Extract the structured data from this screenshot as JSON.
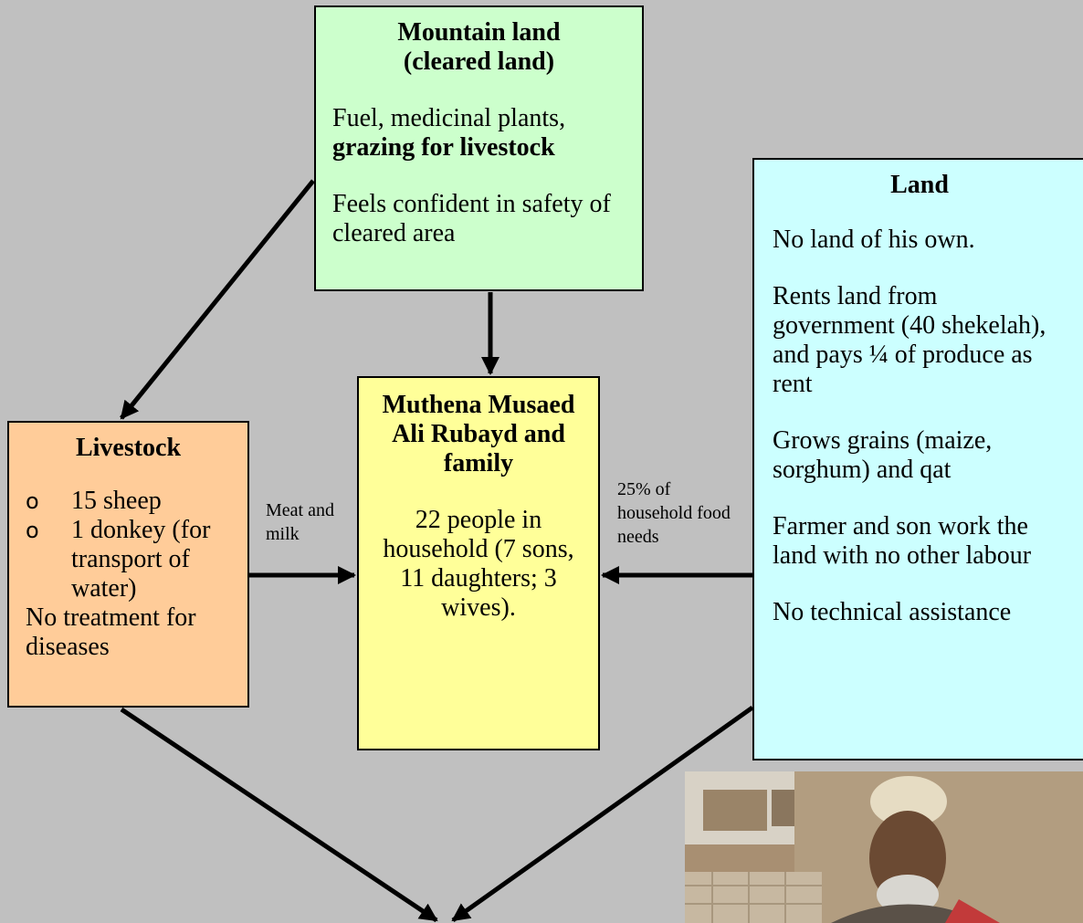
{
  "mountain": {
    "title_line1": "Mountain land",
    "title_line2": "(cleared land)",
    "text1_a": "Fuel, medicinal plants,",
    "text1_b": "grazing for livestock",
    "text2": "Feels confident in safety of cleared area"
  },
  "land": {
    "title": "Land",
    "items": [
      "No land of his own.",
      "Rents land from government (40 shekelah), and pays ¼ of produce as rent",
      "Grows grains (maize, sorghum) and qat",
      "Farmer and son work the land with no other labour",
      "No technical assistance"
    ]
  },
  "livestock": {
    "title": "Livestock",
    "bullet": "o",
    "items": [
      "15 sheep",
      "1 donkey (for transport of water)"
    ],
    "note": "No treatment for diseases"
  },
  "family": {
    "title": "Muthena Musaed Ali Rubayd and family",
    "text": "22 people in household (7 sons, 11 daughters; 3 wives)."
  },
  "labels": {
    "meat_milk": "Meat and milk",
    "food_needs": "25% of household food needs"
  },
  "colors": {
    "background": "#c0c0c0",
    "mountain": "#ccffcc",
    "land": "#ccffff",
    "livestock": "#ffcc99",
    "family": "#ffff99"
  }
}
